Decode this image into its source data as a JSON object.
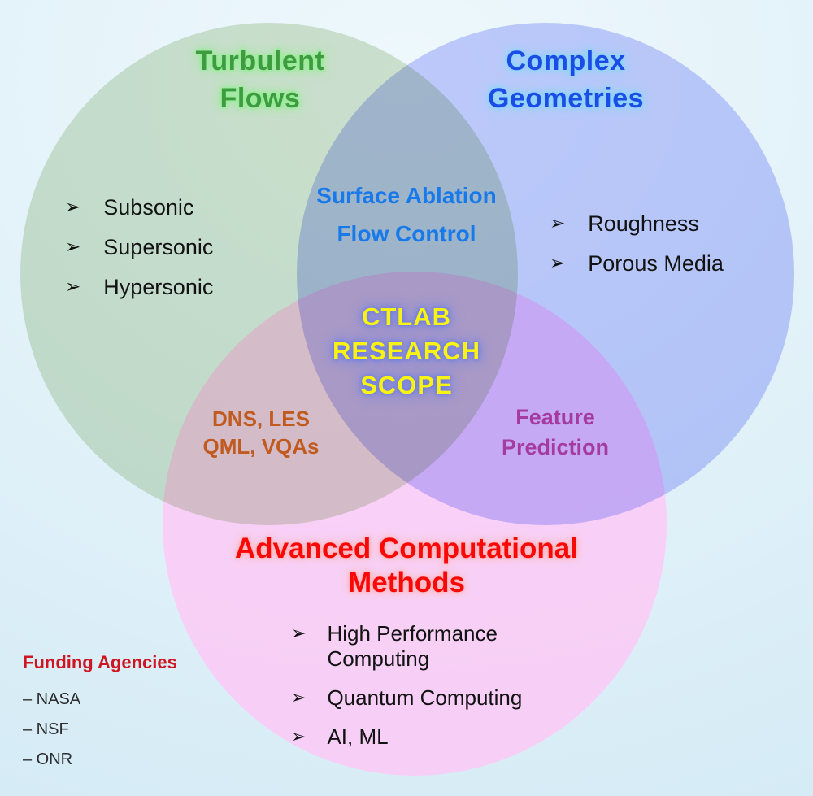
{
  "diagram": {
    "bullet_icon": "➢",
    "background_colors": {
      "center": "#eef8fc",
      "edge": "#cfe8f4"
    },
    "circles": {
      "turbulent": {
        "title_lines": [
          "Turbulent",
          "Flows"
        ],
        "title_color": "#3e9c40",
        "glow_color": "#8af08a",
        "fill_color": "rgba(180,205,160,0.5)",
        "items": [
          "Subsonic",
          "Supersonic",
          "Hypersonic"
        ]
      },
      "complex": {
        "title_lines": [
          "Complex",
          "Geometries"
        ],
        "title_color": "#1c4be6",
        "glow_color": "#7ed8ff",
        "fill_color": "rgba(150,160,252,0.5)",
        "items": [
          "Roughness",
          "Porous Media"
        ]
      },
      "advanced": {
        "title_lines": [
          "Advanced Computational",
          "Methods"
        ],
        "title_color": "#fb0707",
        "glow_color": "#ffb0b0",
        "fill_color": "rgba(255,198,246,0.78)",
        "items": [
          "High Performance Computing",
          "Quantum Computing",
          "AI, ML"
        ]
      }
    },
    "intersections": {
      "turbulent_complex": {
        "lines": [
          "Surface Ablation",
          "Flow Control"
        ],
        "color": "#1779ea"
      },
      "turbulent_advanced": {
        "lines": [
          "DNS, LES",
          "QML, VQAs"
        ],
        "color": "#c05a1e"
      },
      "complex_advanced": {
        "lines": [
          "Feature",
          "Prediction"
        ],
        "color": "#a53aa0"
      },
      "center": {
        "lines": [
          "CTLAB",
          "RESEARCH",
          "SCOPE"
        ],
        "color": "#f8f312",
        "glow_color": "#6a7ce2"
      }
    },
    "funding": {
      "title": "Funding Agencies",
      "title_color": "#d01522",
      "items": [
        "– NASA",
        "– NSF",
        "– ONR"
      ]
    }
  }
}
